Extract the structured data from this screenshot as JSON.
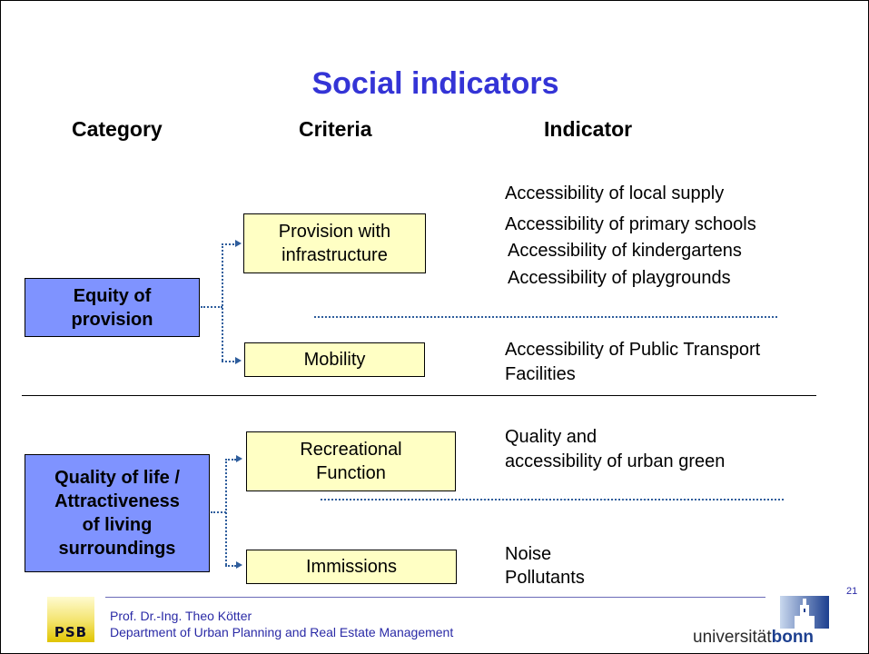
{
  "title": "Social indicators",
  "headers": {
    "category": "Category",
    "criteria": "Criteria",
    "indicator": "Indicator"
  },
  "categories": [
    {
      "lines": [
        "Equity of",
        "provision"
      ]
    },
    {
      "lines": [
        "Quality of life /",
        "Attractiveness",
        "of living",
        "surroundings"
      ]
    }
  ],
  "criteria": [
    {
      "lines": [
        "Provision with",
        "infrastructure"
      ]
    },
    {
      "lines": [
        "Mobility"
      ]
    },
    {
      "lines": [
        "Recreational",
        "Function"
      ]
    },
    {
      "lines": [
        "Immissions"
      ]
    }
  ],
  "indicators": {
    "provision": [
      "Accessibility of local supply",
      "Accessibility of primary schools",
      "Accessibility of kindergartens",
      "Accessibility of playgrounds"
    ],
    "mobility": [
      "Accessibility of Public Transport",
      "Facilities"
    ],
    "recreation": [
      "Quality and",
      "accessibility of urban green"
    ],
    "immissions": [
      "Noise",
      "Pollutants"
    ]
  },
  "footer": {
    "author": "Prof. Dr.-Ing. Theo Kötter",
    "department": "Department of Urban Planning and Real Estate Management",
    "page_number": "21",
    "psb_logo": "PSB",
    "university_prefix": "universität",
    "university_name": "bonn"
  },
  "colors": {
    "title": "#3434d6",
    "category_box": "#7f93ff",
    "criteria_box": "#ffffc4",
    "connector": "#2e5d9c"
  }
}
